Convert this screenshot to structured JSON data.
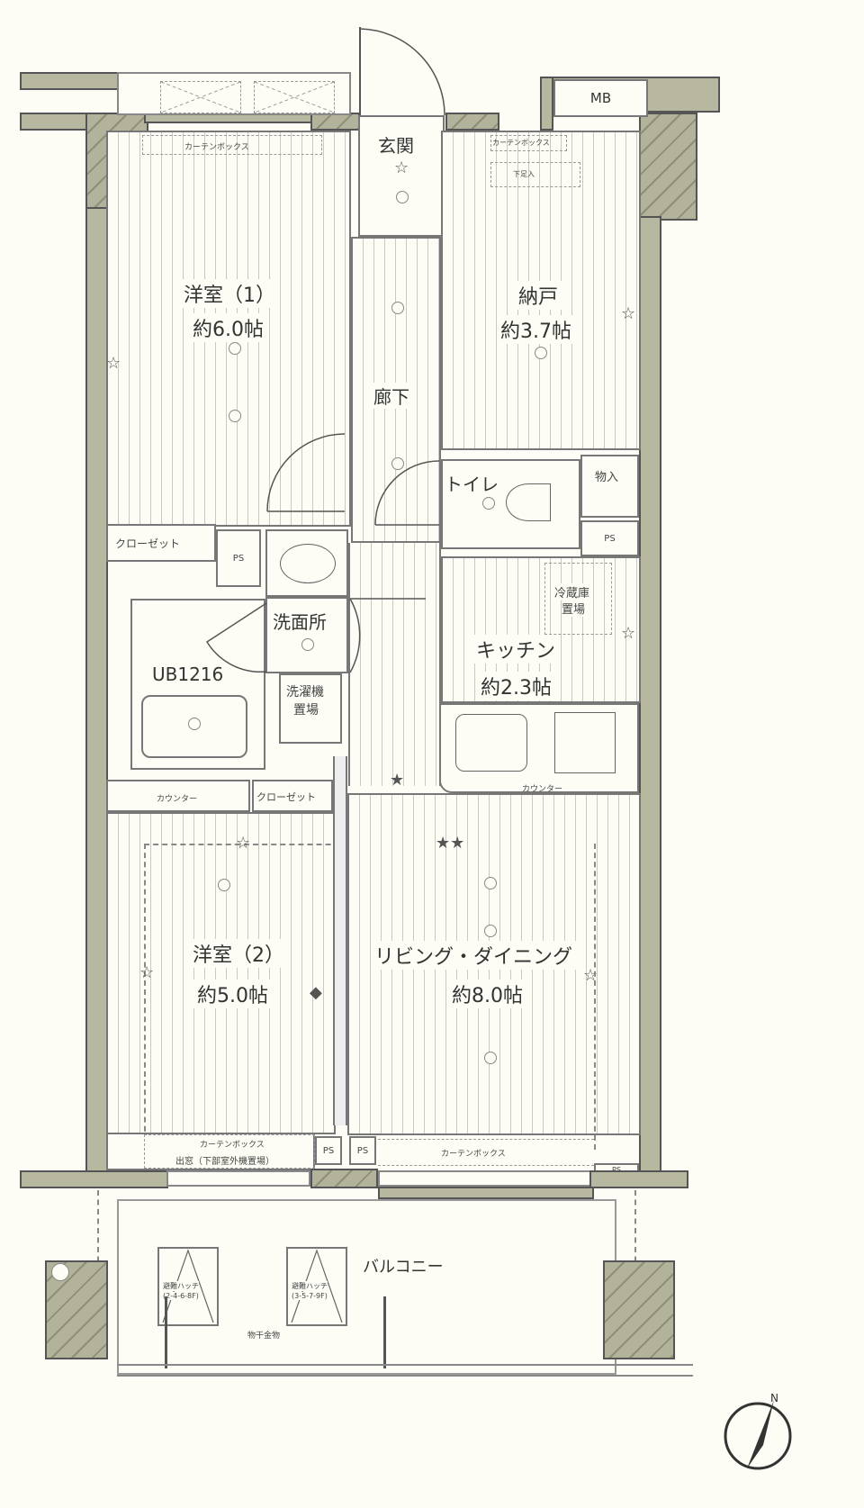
{
  "plan": {
    "rooms": {
      "western1": {
        "name": "洋室（1）",
        "area": "約6.0帖"
      },
      "storage_room": {
        "name": "納戸",
        "area": "約3.7帖"
      },
      "entrance": {
        "name": "玄関"
      },
      "hallway": {
        "name": "廊下"
      },
      "toilet": {
        "name": "トイレ"
      },
      "washroom": {
        "name": "洗面所"
      },
      "bath": {
        "name": "UB1216"
      },
      "kitchen": {
        "name": "キッチン",
        "area": "約2.3帖"
      },
      "western2": {
        "name": "洋室（2）",
        "area": "約5.0帖"
      },
      "living": {
        "name": "リビング・ダイニング",
        "area": "約8.0帖"
      },
      "balcony": {
        "name": "バルコニー"
      }
    },
    "labels": {
      "mb": "MB",
      "shoe_box": "下足入",
      "closet1": "クローゼット",
      "closet2": "クローゼット",
      "storage": "物入",
      "ps": "PS",
      "washer": "洗濯機\n置場",
      "washer_line1": "洗濯機",
      "washer_line2": "置場",
      "fridge_line1": "冷蔵庫",
      "fridge_line2": "置場",
      "counter1": "カウンター",
      "counter2": "カウンター",
      "curtain_box_top_left": "カーテンボックス",
      "curtain_box_top_right": "カーテンボックス",
      "shoe_box_small": "下足入",
      "curtain_box_bottom_left": "カーテンボックス",
      "window_note": "出窓（下部室外機置場）",
      "curtain_box_bottom_right": "カーテンボックス",
      "hatch1_line1": "避難ハッチ",
      "hatch1_line2": "(2-4-6-8F)",
      "hatch2_line1": "避難ハッチ",
      "hatch2_line2": "(3-5-7-9F)",
      "drying_hardware": "物干金物"
    },
    "colors": {
      "wall": "#b8b8a0",
      "line": "#555555",
      "floor_stripe": "#c9c9c0",
      "background": "#fdfdf6"
    },
    "north_arrow": "N"
  }
}
